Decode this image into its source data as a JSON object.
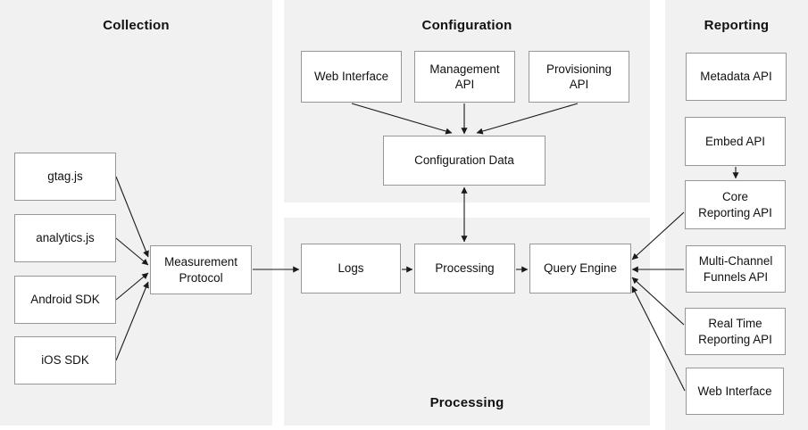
{
  "diagram": {
    "panels": {
      "collection": "Collection",
      "configuration": "Configuration",
      "processing": "Processing",
      "reporting": "Reporting"
    },
    "nodes": {
      "gtag": "gtag.js",
      "analytics": "analytics.js",
      "android_sdk": "Android SDK",
      "ios_sdk": "iOS SDK",
      "measurement_protocol": "Measurement\nProtocol",
      "config_web_interface": "Web Interface",
      "management_api": "Management\nAPI",
      "provisioning_api": "Provisioning\nAPI",
      "configuration_data": "Configuration Data",
      "logs": "Logs",
      "processing": "Processing",
      "query_engine": "Query Engine",
      "metadata_api": "Metadata API",
      "embed_api": "Embed API",
      "core_reporting_api": "Core\nReporting API",
      "multi_channel_funnels_api": "Multi-Channel\nFunnels API",
      "real_time_reporting_api": "Real Time\nReporting API",
      "reporting_web_interface": "Web Interface"
    },
    "edges": [
      {
        "from": "gtag",
        "to": "measurement_protocol",
        "bidirectional": false
      },
      {
        "from": "analytics",
        "to": "measurement_protocol",
        "bidirectional": false
      },
      {
        "from": "android_sdk",
        "to": "measurement_protocol",
        "bidirectional": false
      },
      {
        "from": "ios_sdk",
        "to": "measurement_protocol",
        "bidirectional": false
      },
      {
        "from": "measurement_protocol",
        "to": "logs",
        "bidirectional": false
      },
      {
        "from": "logs",
        "to": "processing",
        "bidirectional": false
      },
      {
        "from": "processing",
        "to": "query_engine",
        "bidirectional": false
      },
      {
        "from": "config_web_interface",
        "to": "configuration_data",
        "bidirectional": false
      },
      {
        "from": "management_api",
        "to": "configuration_data",
        "bidirectional": false
      },
      {
        "from": "provisioning_api",
        "to": "configuration_data",
        "bidirectional": false
      },
      {
        "from": "configuration_data",
        "to": "processing",
        "bidirectional": true
      },
      {
        "from": "embed_api",
        "to": "core_reporting_api",
        "bidirectional": false
      },
      {
        "from": "core_reporting_api",
        "to": "query_engine",
        "bidirectional": false
      },
      {
        "from": "multi_channel_funnels_api",
        "to": "query_engine",
        "bidirectional": false
      },
      {
        "from": "real_time_reporting_api",
        "to": "query_engine",
        "bidirectional": false
      },
      {
        "from": "reporting_web_interface",
        "to": "query_engine",
        "bidirectional": false
      }
    ],
    "colors": {
      "page_bg": "#ffffff",
      "panel_bg": "#f1f1f1",
      "node_bg": "#ffffff",
      "node_border": "#979797",
      "arrow": "#1a1a1a",
      "text": "#111111"
    }
  }
}
